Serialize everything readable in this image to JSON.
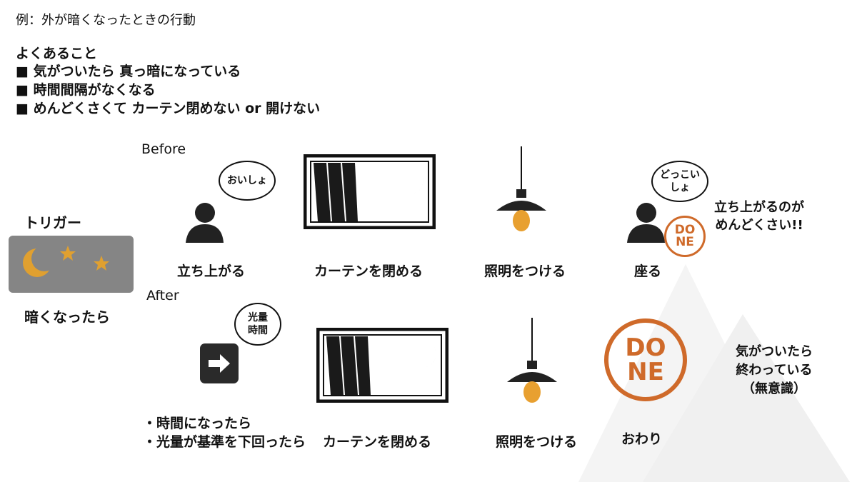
{
  "title": "例：外が暗くなったときの行動",
  "common": {
    "heading": "よくあること",
    "items": [
      "気がついたら 真っ暗になっている",
      "時間間隔がなくなる",
      "めんどくさくて カーテン閉めない or 開けない"
    ]
  },
  "trigger": {
    "label": "トリガー",
    "caption": "暗くなったら"
  },
  "before": {
    "label": "Before",
    "bubble1": "おいしょ",
    "bubble2": "どっこいしょ",
    "steps": [
      "立ち上がる",
      "カーテンを閉める",
      "照明をつける",
      "座る"
    ],
    "stamp": "DONE",
    "comment": "立ち上がるのが\nめんどくさい!!"
  },
  "after": {
    "label": "After",
    "bubble": "光量\n時間",
    "conditions": [
      "・時間になったら",
      "・光量が基準を下回ったら"
    ],
    "steps": [
      "カーテンを閉める",
      "照明をつける",
      "おわり"
    ],
    "stamp": "DONE",
    "comment": "気がついたら\n終わっている\n（無意識）"
  },
  "colors": {
    "accent": "#e0a030",
    "stamp": "#cf6a2a"
  }
}
